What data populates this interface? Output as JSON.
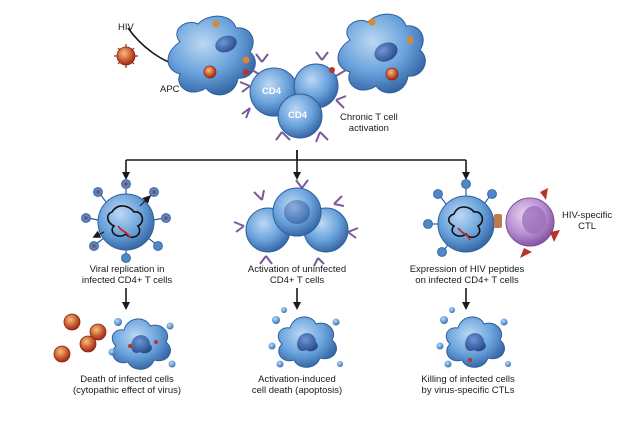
{
  "labels": {
    "hiv": "HIV",
    "apc": "APC",
    "cd4_top": "CD4",
    "cd4_bottom": "CD4",
    "chronic_line1": "Chronic T cell",
    "chronic_line2": "activation",
    "hiv_specific_line1": "HIV-specific",
    "hiv_specific_line2": "CTL"
  },
  "branches": [
    {
      "top_line1": "Viral replication in",
      "top_line2": "infected CD4+ T cells",
      "bottom_line1": "Death of infected cells",
      "bottom_line2": "(cytopathic effect of virus)"
    },
    {
      "top_line1": "Activation of uninfected",
      "top_line2": "CD4+ T cells",
      "bottom_line1": "Activation-induced",
      "bottom_line2": "cell death (apoptosis)"
    },
    {
      "top_line1": "Expression of HIV peptides",
      "top_line2": "on infected CD4+ T cells",
      "bottom_line1": "Killing of infected cells",
      "bottom_line2": "by virus-specific CTLs"
    }
  ],
  "colors": {
    "cell_blue": "#5b97d6",
    "cell_dark": "#2f5f9e",
    "nucleus": "#3a67b0",
    "receptor_purple": "#7a5a9a",
    "ctl_purple": "#b58ad0",
    "virus_red": "#b8342a",
    "virus_orange": "#d9882f",
    "arrow": "#1a1a1a"
  }
}
